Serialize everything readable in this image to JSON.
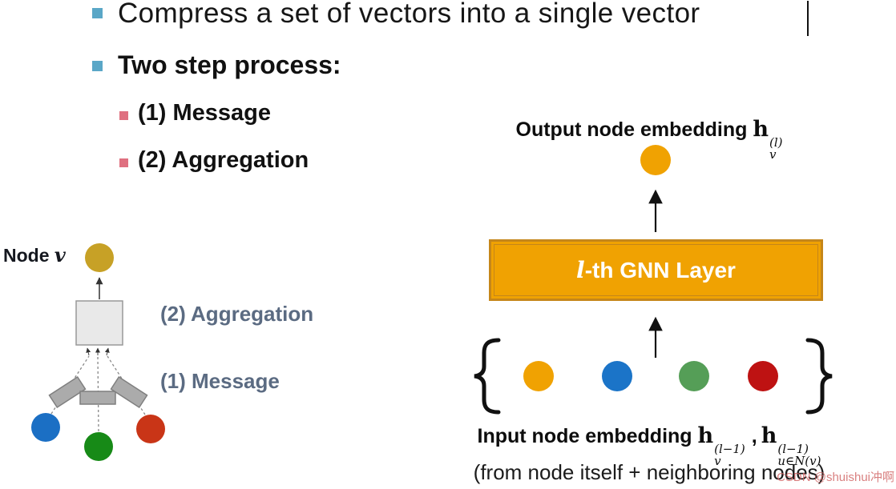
{
  "slide": {
    "bullet_main": "Compress a set of vectors into a single vector",
    "bullet_two_step": "Two step process:",
    "sub_bullets": [
      {
        "label": "(1) Message"
      },
      {
        "label": "(2) Aggregation"
      }
    ]
  },
  "left_diagram": {
    "node_label": "Node",
    "node_var": "v",
    "step2_label": "(2) Aggregation",
    "step1_label": "(1) Message"
  },
  "right_diagram": {
    "output_label": "Output node embedding",
    "output_h": "h",
    "output_sup": "(l)",
    "output_sub": "v",
    "gnn_l": "l",
    "gnn_rest": "-th GNN Layer",
    "input_label": "Input node embedding",
    "h1": "h",
    "h1_sup": "(l−1)",
    "h1_sub": "v",
    "separator": ",",
    "h2": "h",
    "h2_sup": "(l−1)",
    "h2_sub": "u∈N(v)",
    "caption": "(from node itself + neighboring nodes)"
  },
  "watermark": "CSDN @shuishui冲啊",
  "colors": {
    "bullet_teal": "#5AA7C7",
    "bullet_pink": "#DF7080",
    "step_label_gray": "#5B6B82",
    "node_gold": "#C7A126",
    "node_blue_left": "#1B6FC4",
    "node_green_left": "#178A17",
    "node_red_left": "#C93517",
    "node_yellow_right": "#F0A202",
    "node_blue_right": "#1B74C8",
    "node_green_right": "#559E57",
    "node_red_right": "#BE1212",
    "gnn_box_fill": "#F0A202",
    "gnn_box_border": "#C5861A",
    "aggregation_box_fill": "#E9E9E9",
    "message_box_fill": "#ABABAB"
  }
}
